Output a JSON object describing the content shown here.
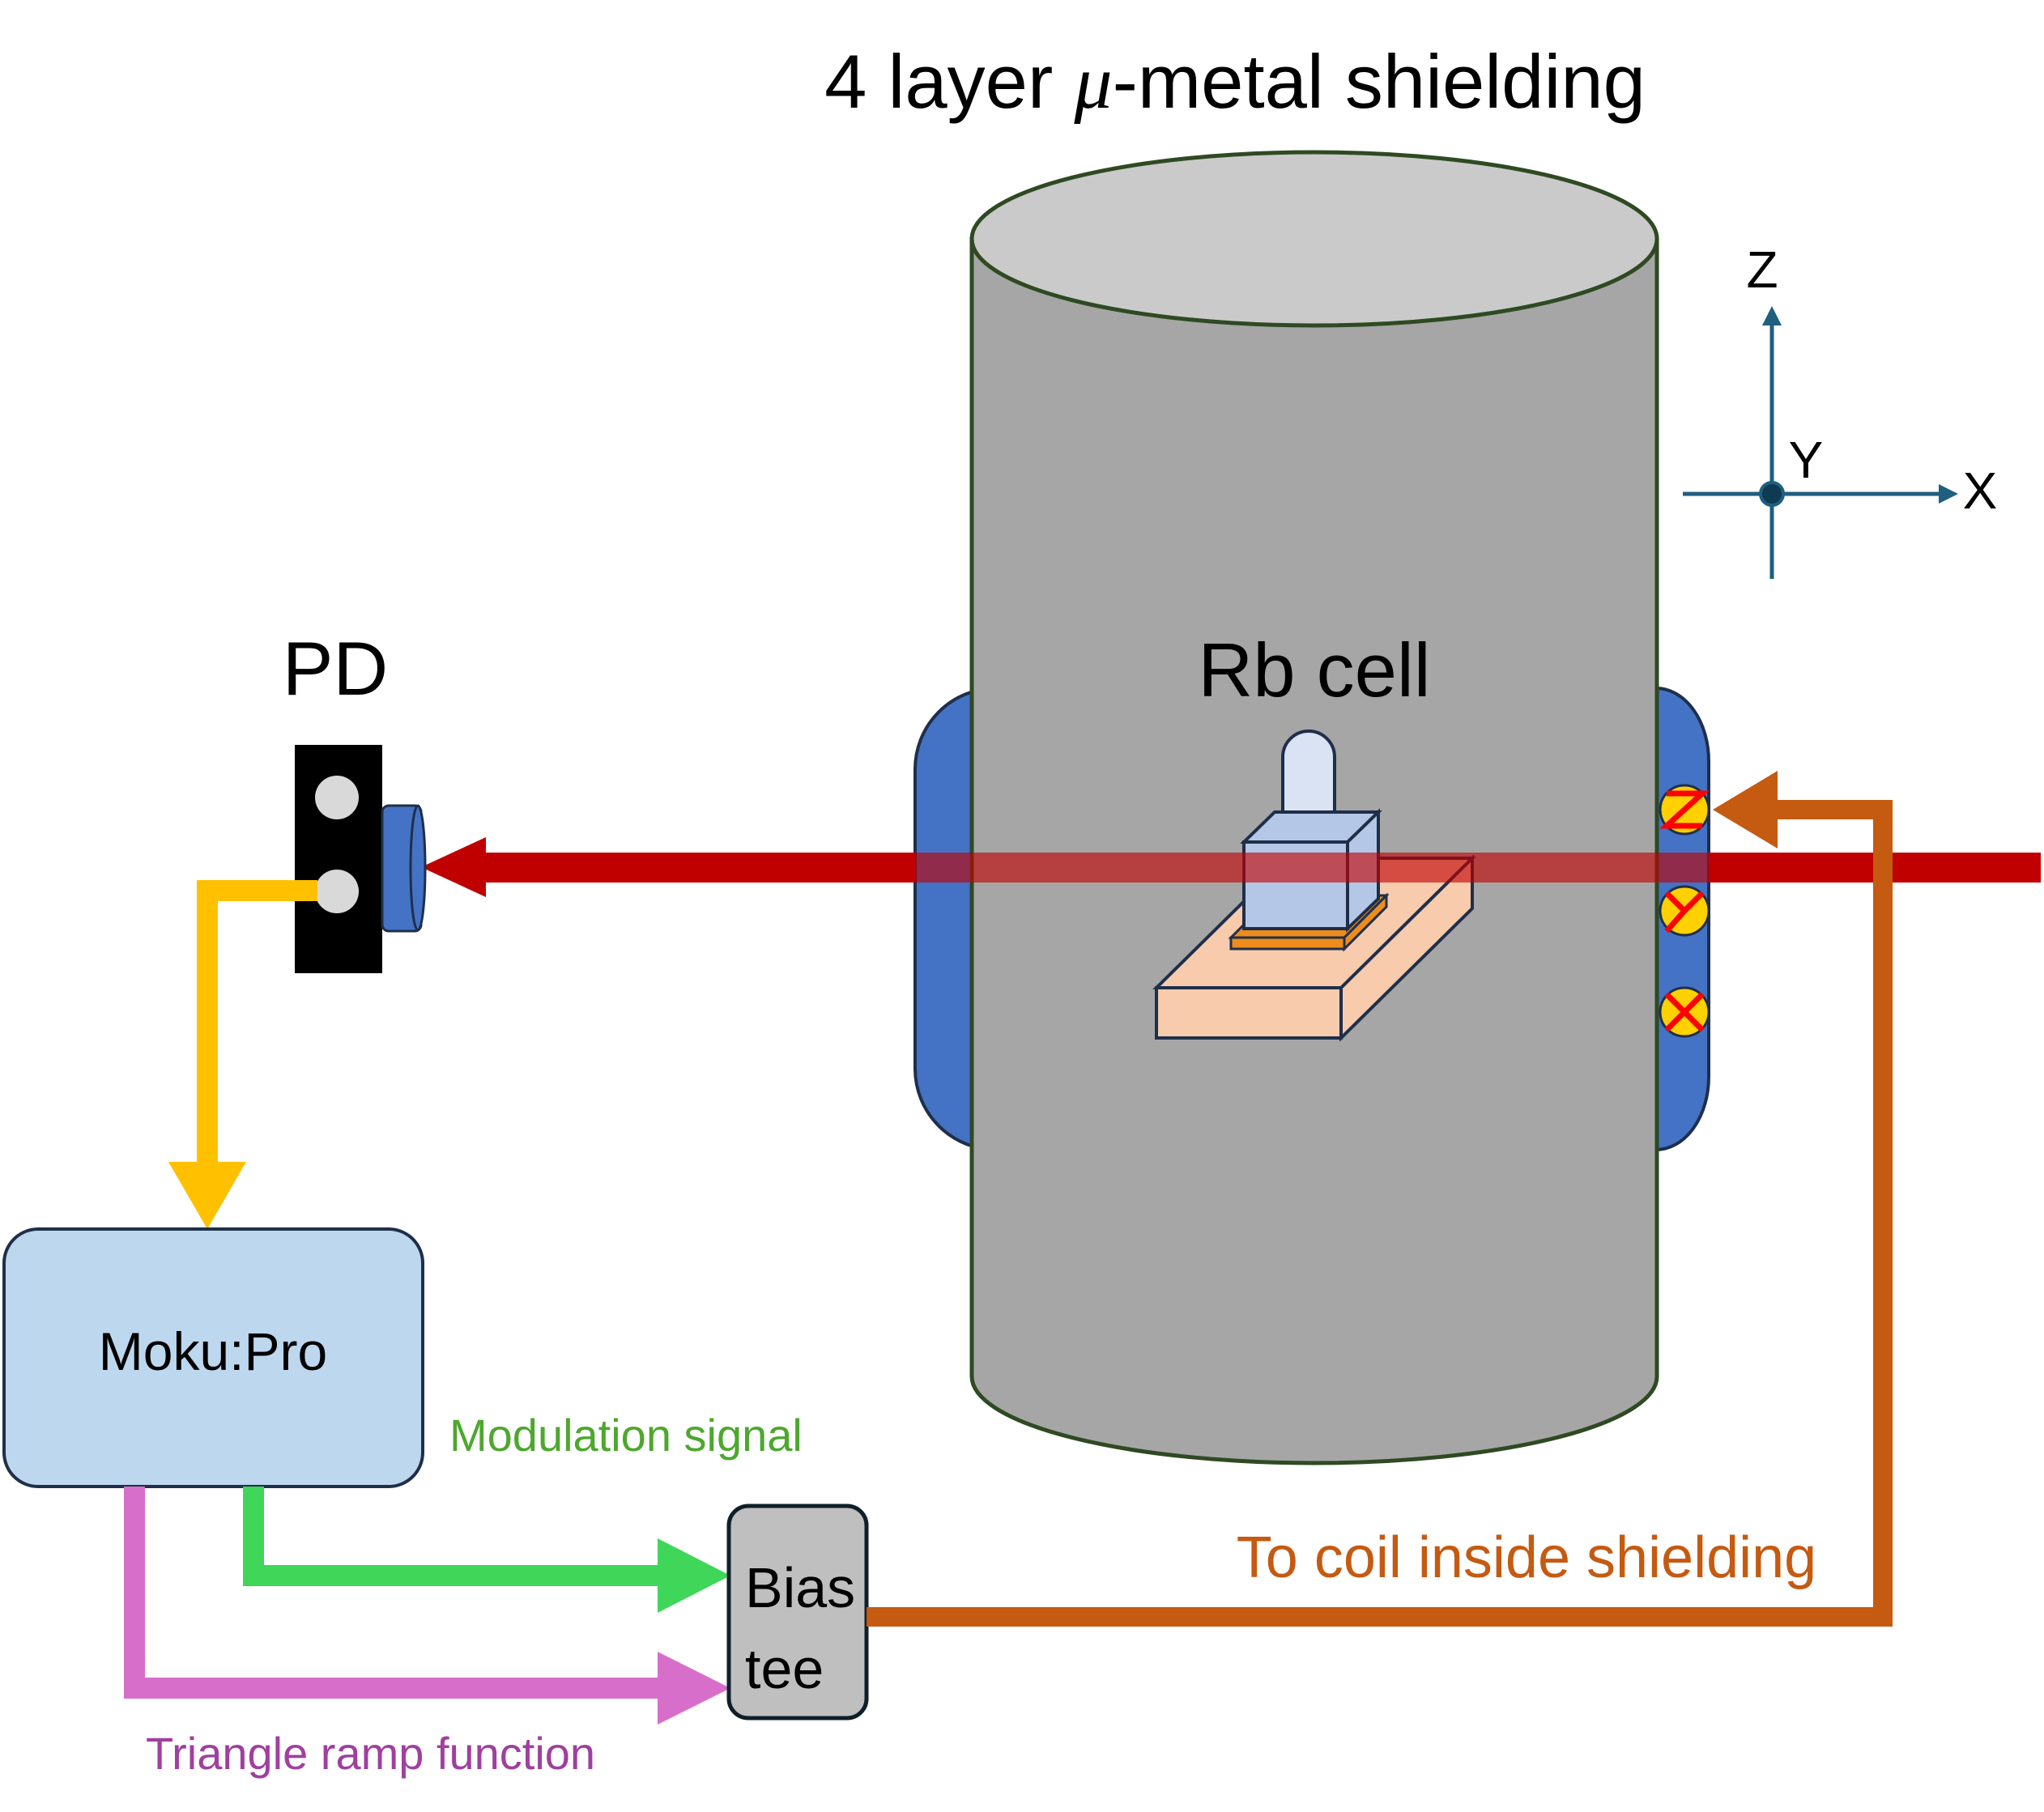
{
  "title": {
    "prefix": "4 layer ",
    "mu": "μ",
    "suffix": "-metal shielding"
  },
  "labels": {
    "rb_cell": "Rb cell",
    "pd": "PD",
    "moku": "Moku:Pro",
    "modulation": "Modulation signal",
    "triangle": "Triangle ramp function",
    "coil": "To coil inside shielding",
    "bias_line1": "Bias",
    "bias_line2": "tee"
  },
  "axes": {
    "z": "Z",
    "y": "Y",
    "x": "X"
  },
  "colors": {
    "shield_body": "#a6a6a6",
    "shield_top": "#cacaca",
    "shield_outline": "#2f4a22",
    "coil_blue": "#4472c4",
    "laser": "#c00000",
    "pd_signal": "#ffc000",
    "modulation": "#3fd65a",
    "modulation_text": "#4ea72e",
    "triangle": "#d76fca",
    "triangle_text": "#a03fa0",
    "coil_line": "#c55a11",
    "moku_fill": "#bdd7ee",
    "bias_fill": "#bfbfbf",
    "axis_blue": "#1f5f80",
    "heater_fill": "#f8cbad",
    "cell_fill": "#b4c7e7",
    "stem_fill": "#dae3f3",
    "mount_orange": "#ed8c1c",
    "sensor_yellow": "#ffd100",
    "sensor_mark": "#ff0000"
  }
}
